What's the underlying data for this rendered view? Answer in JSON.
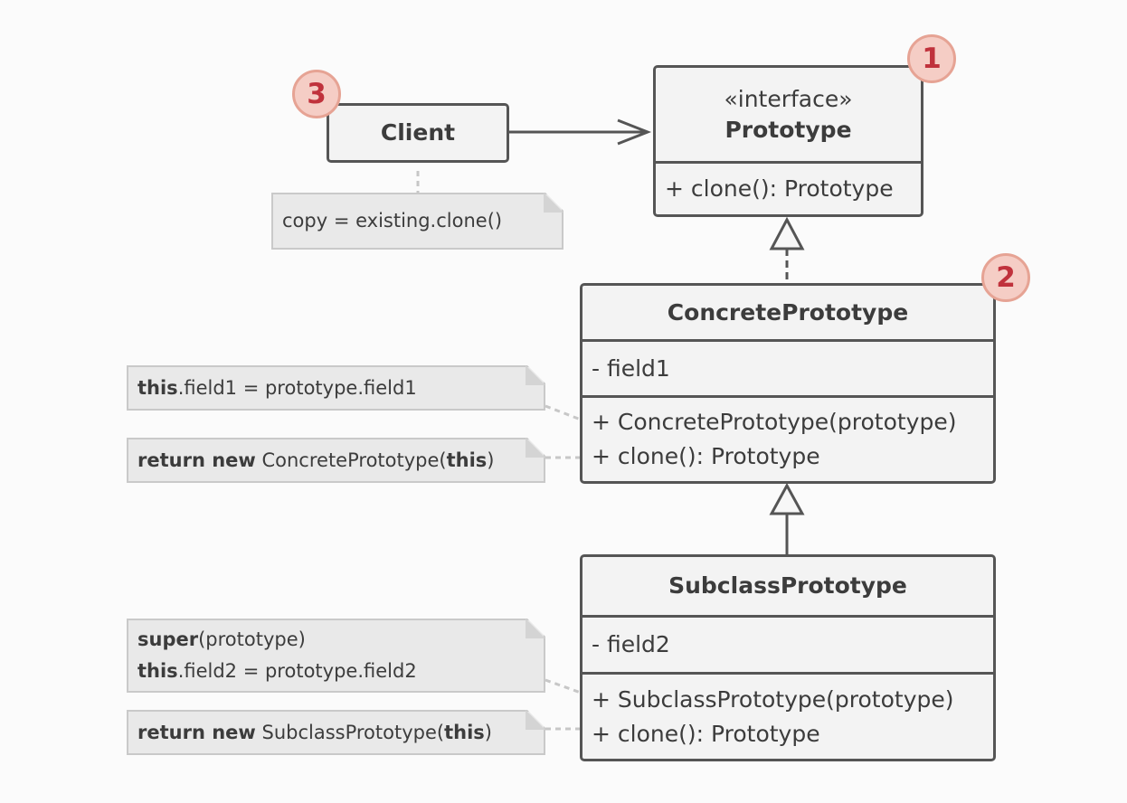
{
  "client": {
    "name": "Client"
  },
  "prototype": {
    "stereotype": "«interface»",
    "name": "Prototype",
    "methods": [
      "+ clone(): Prototype"
    ]
  },
  "concrete": {
    "name": "ConcretePrototype",
    "fields": [
      "- field1"
    ],
    "methods": [
      "+ ConcretePrototype(prototype)",
      "+ clone(): Prototype"
    ]
  },
  "subclass": {
    "name": "SubclassPrototype",
    "fields": [
      "- field2"
    ],
    "methods": [
      "+ SubclassPrototype(prototype)",
      "+ clone(): Prototype"
    ]
  },
  "notes": {
    "client_copy": "copy = existing.clone()",
    "concrete_ctor": {
      "kw": "this",
      "rest": ".field1 = prototype.field1"
    },
    "concrete_clone": {
      "kw": "return new",
      "mid": " ConcretePrototype(",
      "arg": "this",
      "end": ")"
    },
    "subclass_ctor": {
      "line1_kw": "super",
      "line1_rest": "(prototype)",
      "line2_kw": "this",
      "line2_rest": ".field2 = prototype.field2"
    },
    "subclass_clone": {
      "kw": "return new",
      "mid": " SubclassPrototype(",
      "arg": "this",
      "end": ")"
    }
  },
  "badges": {
    "prototype": "1",
    "concrete": "2",
    "client": "3"
  },
  "colors": {
    "box_border": "#555555",
    "box_fill": "#f3f3f3",
    "note_fill": "#e9e9e9",
    "badge_fill": "#f5cdc5",
    "badge_text": "#c0323c"
  }
}
